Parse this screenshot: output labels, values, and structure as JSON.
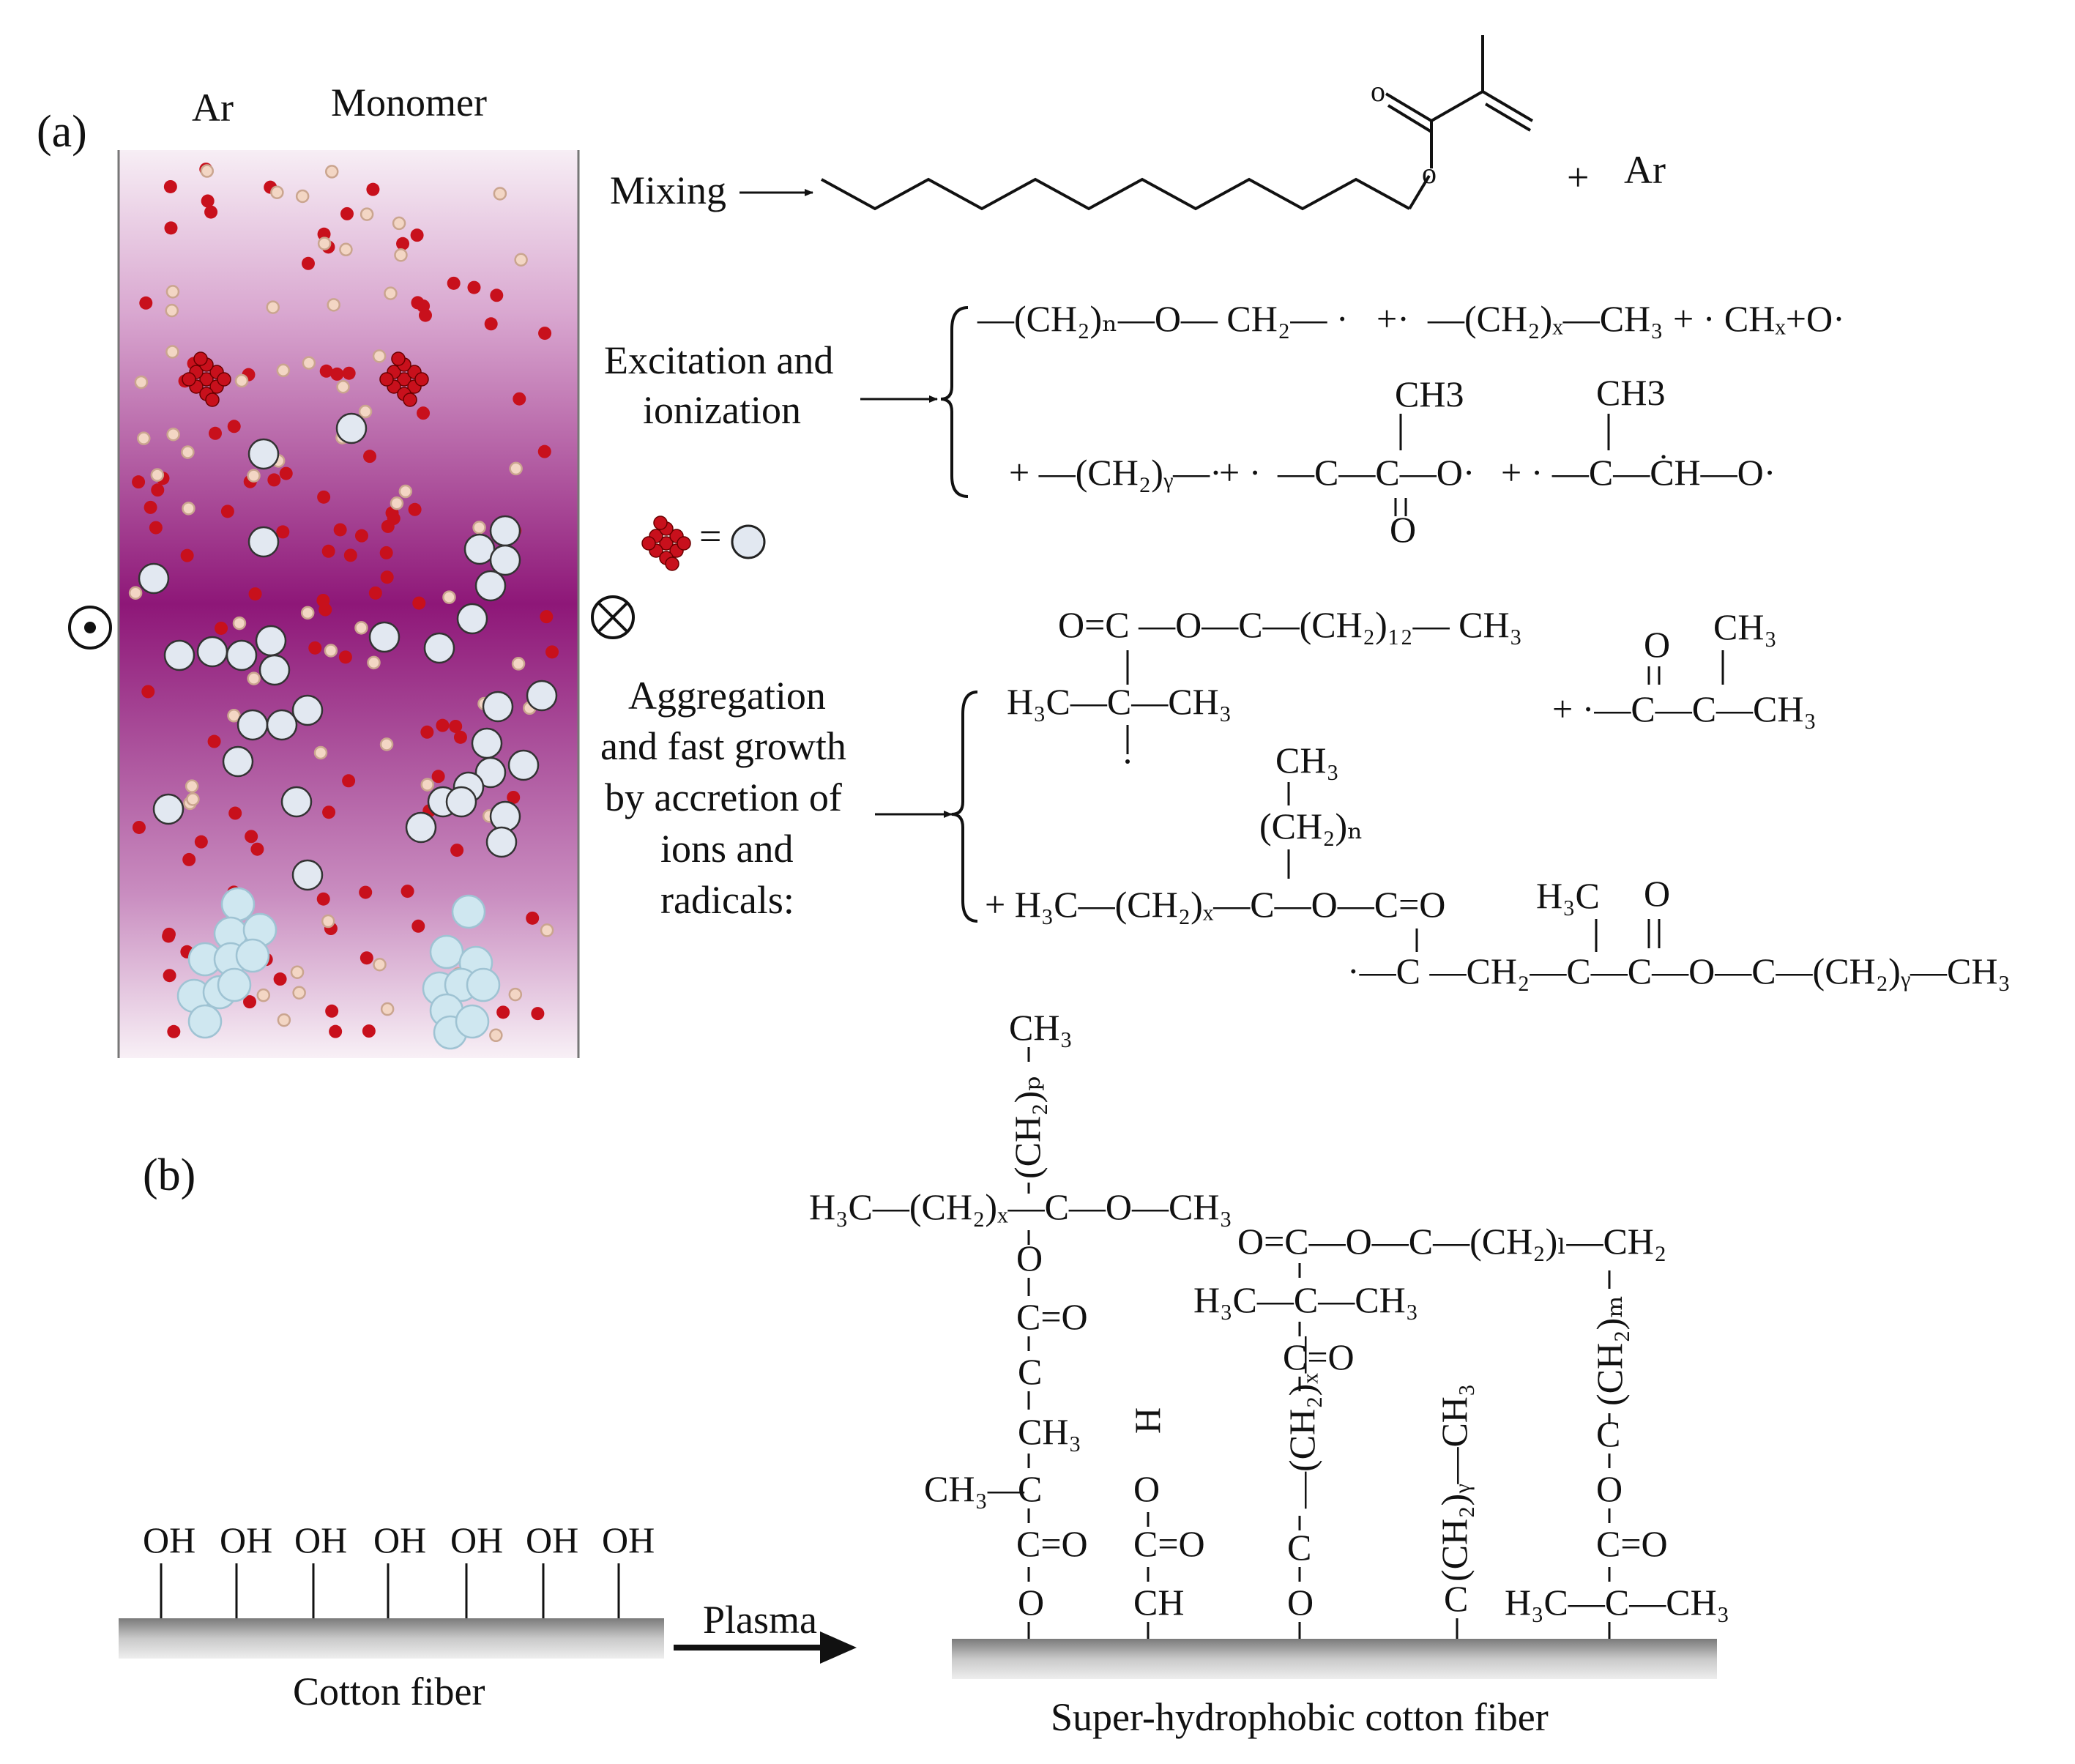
{
  "panel_a": {
    "label": "(a)",
    "col_ar": "Ar",
    "col_monomer": "Monomer",
    "colors": {
      "plasma_dark": "#8e1778",
      "plasma_light": "#f7eef5",
      "red_particle": "#c8101c",
      "light_particle": "#f3d6c4",
      "cluster_ball": "#e2e8f1",
      "droplet": "#cfe7f0"
    },
    "cluster_legend_eq": "=",
    "steps": {
      "mixing": "Mixing",
      "excitation_1": "Excitation and",
      "excitation_2": "ionization",
      "aggregation": [
        "Aggregation",
        "and fast growth",
        "by accretion of",
        "ions and",
        "radicals:"
      ]
    },
    "mixing_products": {
      "o1": "o",
      "o2": "o",
      "plus": "+",
      "ar": "Ar"
    },
    "excitation": {
      "line1": [
        "—(CH₂)ₙ—O— CH₂— ·",
        "+·",
        "—(CH₂)ₓ—CH₃",
        "+ · CHₓ+O·"
      ],
      "line2": [
        "+ —(CH₂)ᵧ—·",
        "+ ·",
        "—C—C—O·",
        "+ · —C—ĊH—O·"
      ],
      "ch3_a": "CH3",
      "ch3_b": "CH3",
      "o_dbl": "O"
    },
    "aggregation_products": {
      "top": "O=C —O—C—(CH₂)₁₂— CH₃",
      "mid": "H₃C—C—CH₃",
      "right": [
        "O",
        "CH₃",
        "+ ·—C—C—CH₃"
      ],
      "chain_ch3": "CH₃",
      "chain_ch2n": "(CH₂)ₙ",
      "bottom": "+ H₃C—(CH₂)ₓ—C—O—C=O",
      "h3c": "H₃C",
      "o_top": "O",
      "last": "·—C —CH₂—C—C—O—C—(CH₂)ᵧ—CH₃"
    }
  },
  "panel_b": {
    "label": "(b)",
    "oh_groups": [
      "OH",
      "OH",
      "OH",
      "OH",
      "OH",
      "OH",
      "OH"
    ],
    "arrow_label": "Plasma",
    "left_fiber_label": "Cotton fiber",
    "right_fiber_label": "Super-hydrophobic cotton fiber",
    "chain1": {
      "ch3_top": "CH₃",
      "ch2p": "(CH₂)ₚ",
      "side": "H₃C—(CH₂)ₓ—C—O—CH₃",
      "atoms": [
        "O",
        "C=O",
        "C",
        "CH₃",
        "C",
        "C=O",
        "O"
      ],
      "branch": "CH₃—"
    },
    "chain2": {
      "atoms": [
        "H",
        "O",
        "C=O",
        "CH"
      ]
    },
    "chain3": {
      "top": "O=C—O—C—(CH₂)ₗ—CH₂",
      "mid": "H₃C—C—CH₃",
      "ceo": "C=O",
      "ch2x": "—(CH₂)ₓ—",
      "atoms": [
        "C",
        "O"
      ]
    },
    "chain4": {
      "ch2y": "(CH₂)ᵧ—CH₃",
      "atoms": [
        "C"
      ]
    },
    "chain5": {
      "ch2m": "(CH₂)ₘ",
      "atoms": [
        "C",
        "O",
        "C=O"
      ],
      "base": "H₃C—C—CH₃"
    }
  }
}
